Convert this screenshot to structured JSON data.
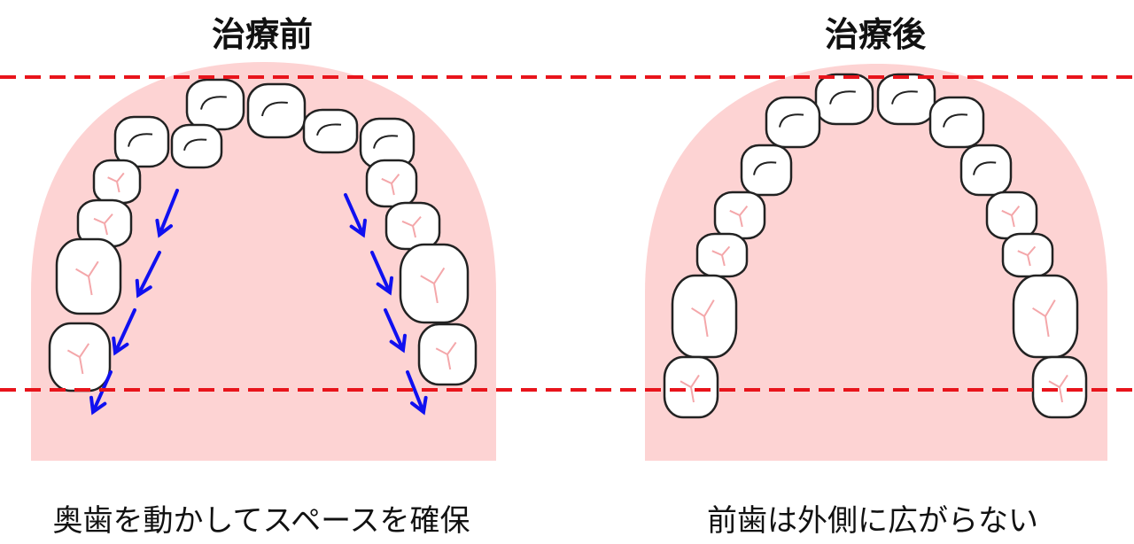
{
  "before": {
    "title": "治療前",
    "caption": "奥歯を動かしてスペースを確保"
  },
  "after": {
    "title": "治療後",
    "caption": "前歯は外側に広がらない"
  },
  "colors": {
    "palate": "#fdd3d3",
    "guide_line": "#e8141b",
    "arrow": "#1010f0",
    "tooth_outline": "#222222"
  }
}
